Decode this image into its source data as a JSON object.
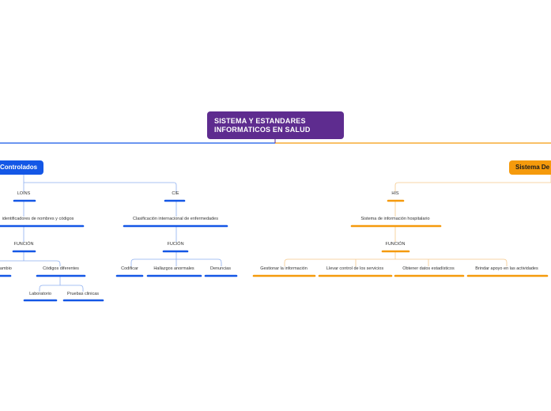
{
  "root": {
    "title_line1": "SISTEMA Y ESTANDARES",
    "title_line2": "INFORMATICOS EN SALUD"
  },
  "colors": {
    "root": "#5e2c8f",
    "left_branch": "#1457e6",
    "right_branch": "#f59a0c"
  },
  "left_branch": {
    "label": "Controlados",
    "loinc": {
      "label": "LOINS",
      "child": "identificadores de nombres y códigos",
      "funcion": "FUNCIÓN",
      "items": [
        "cambio",
        "Códigos diferentes"
      ],
      "sub_items": [
        "Laboratorio",
        "Pruebas clinicas"
      ]
    },
    "cie": {
      "label": "CIE",
      "child": "Clasificación internacional de enfermedades",
      "funcion": "FUCIÓN",
      "items": [
        "Codificar",
        "Hallazgos anormales",
        "Denuncias"
      ]
    }
  },
  "right_branch": {
    "label": "Sistema De",
    "his": {
      "label": "HIS",
      "child": "Sistema de información hospitalario",
      "funcion": "FUNCIÓN",
      "items": [
        "Gestionar la información",
        "Llevar control de los servicios",
        "Obtener datos estadísticos",
        "Brindar apoyo en  las actividades"
      ]
    }
  }
}
